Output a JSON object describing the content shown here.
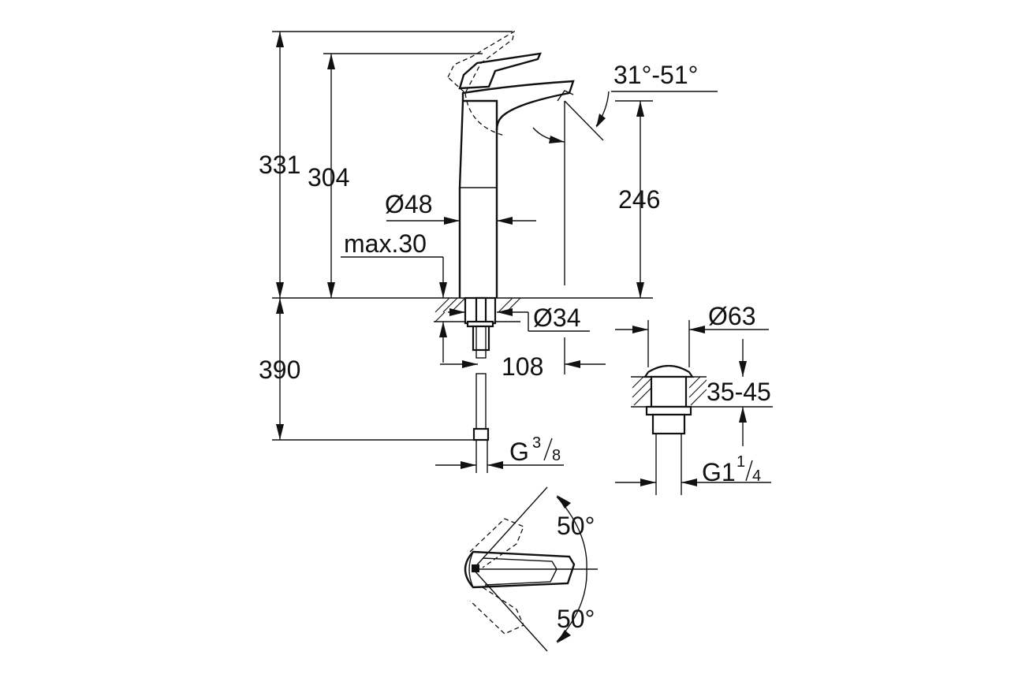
{
  "dimensions": {
    "total_height": "331",
    "spout_height": "304",
    "body_diameter": "Ø48",
    "max_thickness": "max.30",
    "spout_angle": "31°-51°",
    "spout_outlet_height": "246",
    "hole_diameter": "Ø34",
    "spout_reach": "108",
    "hose_length": "390",
    "hose_thread_main": "G",
    "hose_thread_num": "3",
    "hose_thread_den": "8",
    "waste_diameter": "Ø63",
    "waste_range": "35-45",
    "waste_thread_main": "G1",
    "waste_thread_num": "1",
    "waste_thread_den": "4",
    "lever_angle_top": "50°",
    "lever_angle_bottom": "50°"
  }
}
